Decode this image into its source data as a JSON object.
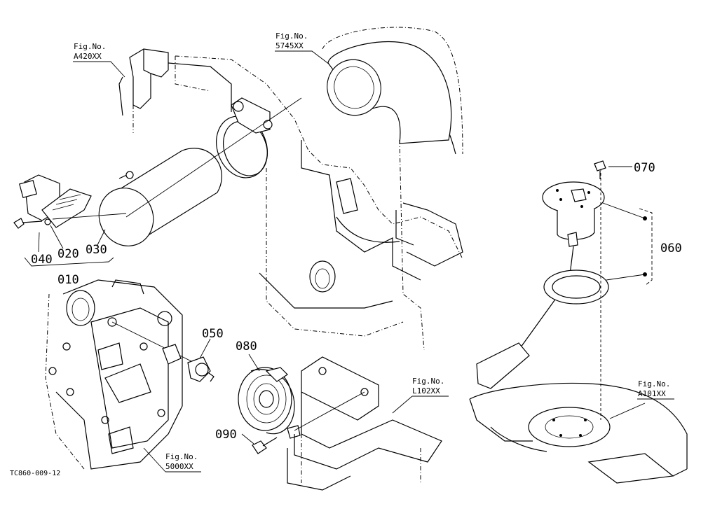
{
  "diagram": {
    "code": "TC860-009-12",
    "part_numbers": [
      "010",
      "020",
      "030",
      "040",
      "050",
      "060",
      "070",
      "080",
      "090"
    ],
    "figure_refs": [
      {
        "fig": "Fig.No.",
        "ref": "A420XX"
      },
      {
        "fig": "Fig.No.",
        "ref": "5745XX"
      },
      {
        "fig": "Fig.No.",
        "ref": "L102XX"
      },
      {
        "fig": "Fig.No.",
        "ref": "A101XX"
      },
      {
        "fig": "Fig.No.",
        "ref": "5000XX"
      }
    ]
  }
}
